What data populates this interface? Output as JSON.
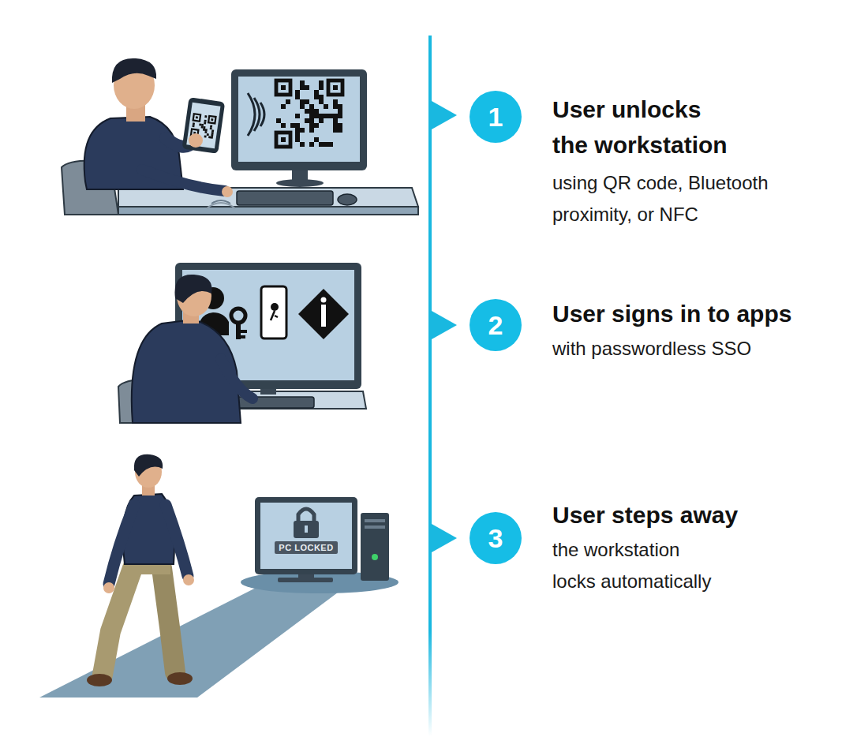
{
  "diagram": {
    "nodes": [
      {
        "text": [
          "1"
        ]
      },
      {
        "text": [
          "2"
        ]
      },
      {
        "text": [
          "3"
        ]
      }
    ],
    "labels": [
      "User unlocks the workstation",
      "using QR code, Bluetooth proximity, or NFC",
      "User signs in to apps",
      "with passwordless SSO",
      "User steps away",
      "the workstation locks automatically",
      "PC LOCKED"
    ]
  }
}
